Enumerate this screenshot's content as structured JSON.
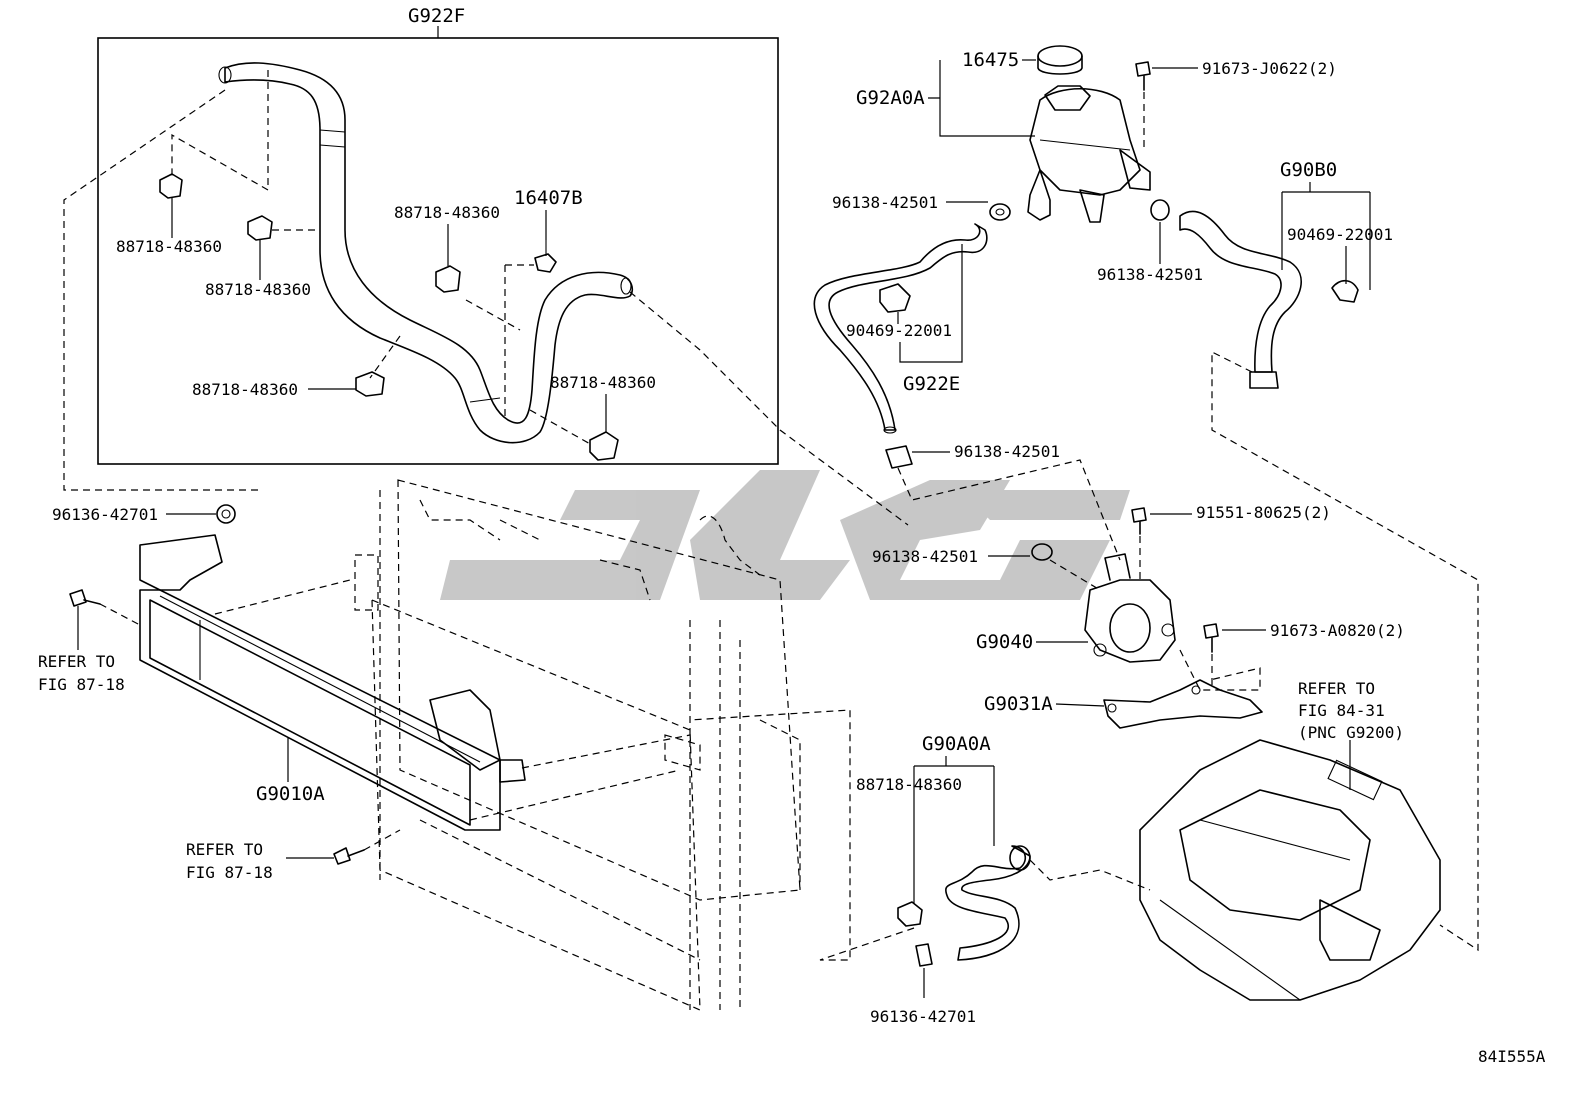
{
  "diagram_code": "84I555A",
  "watermark_text": "ﺖﮐﻭﻝ",
  "groups": {
    "g922f": "G922F",
    "g922e": "G922E",
    "g90b0": "G90B0",
    "g90a0a": "G90A0A",
    "g92a0a": "G92A0A"
  },
  "parts": {
    "p16475": "16475",
    "p16407b": "16407B",
    "p91673_j0622": "91673-J0622(2)",
    "p96138_a": "96138-42501",
    "p96138_b": "96138-42501",
    "p96138_c": "96138-42501",
    "p96138_d": "96138-42501",
    "p90469_a": "90469-22001",
    "p90469_b": "90469-22001",
    "p88718_a": "88718-48360",
    "p88718_b": "88718-48360",
    "p88718_c": "88718-48360",
    "p88718_d": "88718-48360",
    "p88718_e": "88718-48360",
    "p88718_f": "88718-48360",
    "p96136_a": "96136-42701",
    "p96136_b": "96136-42701",
    "p91551": "91551-80625(2)",
    "p91673_a0820": "91673-A0820(2)",
    "g9040": "G9040",
    "g9031a": "G9031A",
    "g9010a": "G9010A"
  },
  "refs": {
    "ref_87_18_a_line1": "REFER TO",
    "ref_87_18_a_line2": "FIG 87-18",
    "ref_87_18_b_line1": "REFER TO",
    "ref_87_18_b_line2": "FIG 87-18",
    "ref_84_31_line1": "REFER TO",
    "ref_84_31_line2": "FIG 84-31",
    "ref_84_31_line3": "(PNC G9200)"
  }
}
